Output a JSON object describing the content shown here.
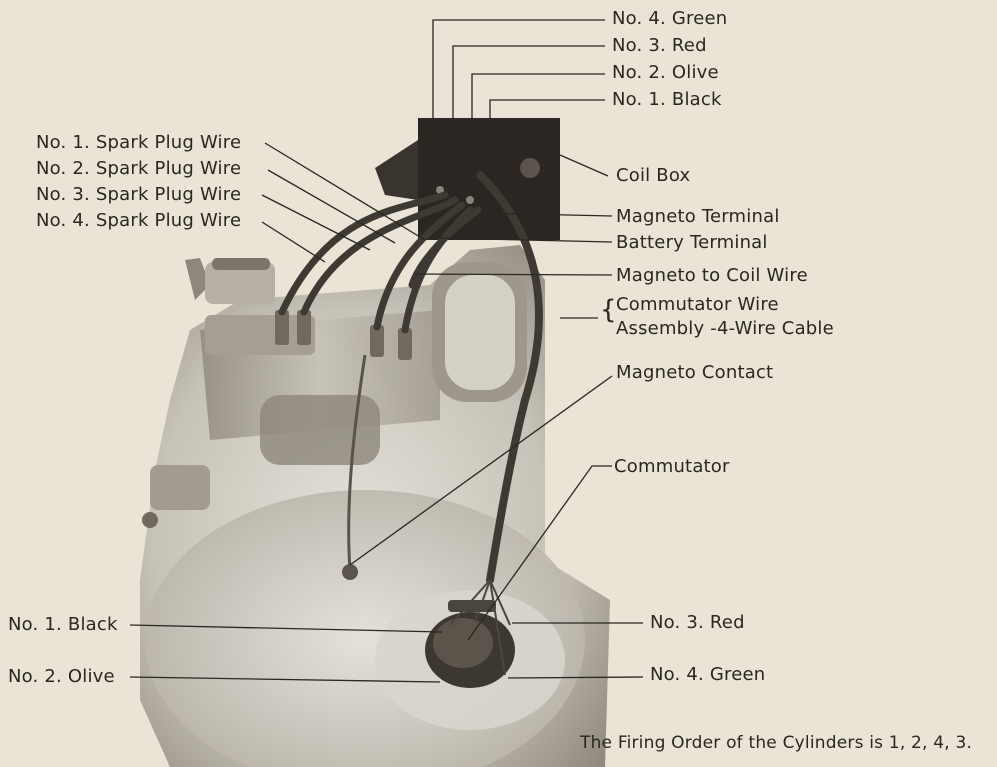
{
  "diagram": {
    "top_labels": {
      "green": "No. 4. Green",
      "red": "No. 3. Red",
      "olive": "No. 2. Olive",
      "black": "No. 1. Black"
    },
    "left_labels": {
      "plug1": "No. 1. Spark Plug Wire",
      "plug2": "No. 2. Spark Plug Wire",
      "plug3": "No. 3. Spark Plug Wire",
      "plug4": "No. 4. Spark Plug Wire"
    },
    "right_labels": {
      "coil_box": "Coil Box",
      "magneto_terminal": "Magneto Terminal",
      "battery_terminal": "Battery Terminal",
      "magneto_to_coil": "Magneto to Coil Wire",
      "commutator_wire_line1": "Commutator Wire",
      "commutator_wire_line2": "Assembly -4-Wire Cable",
      "magneto_contact": "Magneto Contact",
      "commutator": "Commutator"
    },
    "bottom_labels": {
      "black": "No. 1. Black",
      "olive": "No. 2. Olive",
      "red": "No. 3. Red",
      "green": "No. 4. Green"
    },
    "caption": "The Firing Order of the Cylinders is 1, 2, 4, 3."
  },
  "colors": {
    "paper": "#e9e4d6",
    "ink": "#2a2620",
    "engine_light": "#c9c4ba",
    "engine_dark": "#6b665e",
    "coil_box": "#2b2622"
  }
}
